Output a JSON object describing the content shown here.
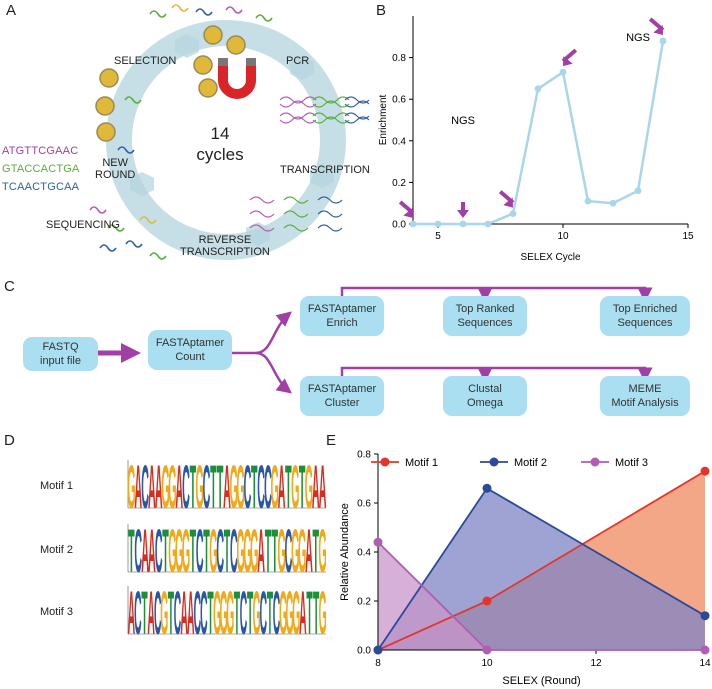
{
  "panels": {
    "a": "A",
    "b": "B",
    "c": "C",
    "d": "D",
    "e": "E"
  },
  "panel_a": {
    "labels": {
      "selection": "SELECTION",
      "pcr": "PCR",
      "transcription": "TRANSCRIPTION",
      "reverse_transcription": "REVERSE\nTRANSCRIPTION",
      "sequencing": "SEQUENCING",
      "new_round": "NEW\nROUND",
      "center_number": "14",
      "center_text": "cycles"
    },
    "sequences": [
      {
        "text": "ATGTTCGAAC",
        "color": "#a13fa6"
      },
      {
        "text": "GTACCACTGA",
        "color": "#5aae3a"
      },
      {
        "text": "TCAACTGCAA",
        "color": "#2f5fa8"
      }
    ],
    "ring_color": "#c6dfe6"
  },
  "panel_c": {
    "boxes": {
      "fastq": "FASTQ\ninput file",
      "count": "FASTAptamer\nCount",
      "enrich": "FASTAptamer\nEnrich",
      "top_ranked": "Top Ranked\nSequences",
      "top_enriched": "Top Enriched\nSequences",
      "cluster": "FASTAptamer\nCluster",
      "clustal": "Clustal\nOmega",
      "meme": "MEME\nMotif Analysis"
    },
    "box_color": "#a9dff0",
    "arrow_color": "#a13fa6"
  },
  "panel_d": {
    "motifs": [
      {
        "label": "Motif 1",
        "sequence": "GACAAGGACTGCTTAGGCTCCGATGTGAA"
      },
      {
        "label": "Motif 2",
        "sequence": "TCAACTGGGTCTGCTCGGGATTGCGGATG"
      },
      {
        "label": "Motif 3",
        "sequence": "ACTACGTCAACCTGGGTCTGCTCGGGATTG"
      }
    ],
    "base_colors": {
      "A": "#d62d20",
      "C": "#2a56a6",
      "G": "#f2a917",
      "T": "#1b8f3a"
    }
  },
  "chart_data": [
    {
      "type": "line",
      "panel": "B",
      "xlabel": "SELEX Cycle",
      "ylabel": "Enrichment",
      "xlim": [
        4,
        15
      ],
      "ylim": [
        0,
        1.0
      ],
      "x_ticks": [
        5,
        10,
        15
      ],
      "y_ticks": [
        0.0,
        0.2,
        0.4,
        0.6,
        0.8
      ],
      "x": [
        4,
        5,
        6,
        7,
        8,
        9,
        10,
        11,
        12,
        13,
        14
      ],
      "y": [
        0.0,
        0.0,
        0.0,
        0.0,
        0.05,
        0.65,
        0.73,
        0.11,
        0.1,
        0.16,
        0.88
      ],
      "line_color": "#a9d6ea",
      "annotations": [
        {
          "text": "NGS",
          "x": 6,
          "y": 0.5
        },
        {
          "text": "NGS",
          "x": 13,
          "y": 0.9
        }
      ],
      "arrow_targets": [
        {
          "x": 4,
          "y": 0.0
        },
        {
          "x": 6,
          "y": 0.0
        },
        {
          "x": 8,
          "y": 0.05
        },
        {
          "x": 10,
          "y": 0.73
        },
        {
          "x": 14,
          "y": 0.88
        }
      ],
      "arrow_color": "#a13fa6"
    },
    {
      "type": "area",
      "panel": "E",
      "xlabel": "SELEX (Round)",
      "ylabel": "Relative Abundance",
      "xlim": [
        8,
        14
      ],
      "ylim": [
        0,
        0.8
      ],
      "x_ticks": [
        8,
        10,
        12,
        14
      ],
      "y_ticks": [
        0.0,
        0.2,
        0.4,
        0.6,
        0.8
      ],
      "legend_position": "top",
      "series": [
        {
          "name": "Motif 1",
          "color": "#e4352a",
          "fill": "#ef8a5e",
          "points": [
            [
              8,
              0.0
            ],
            [
              10,
              0.2
            ],
            [
              14,
              0.73
            ]
          ]
        },
        {
          "name": "Motif 2",
          "color": "#2b4a9a",
          "fill": "#7f84c6",
          "points": [
            [
              8,
              0.0
            ],
            [
              10,
              0.66
            ],
            [
              14,
              0.14
            ]
          ]
        },
        {
          "name": "Motif 3",
          "color": "#b05db3",
          "fill": "#c896c9",
          "points": [
            [
              8,
              0.44
            ],
            [
              10,
              0.0
            ],
            [
              14,
              0.0
            ]
          ]
        }
      ]
    }
  ]
}
